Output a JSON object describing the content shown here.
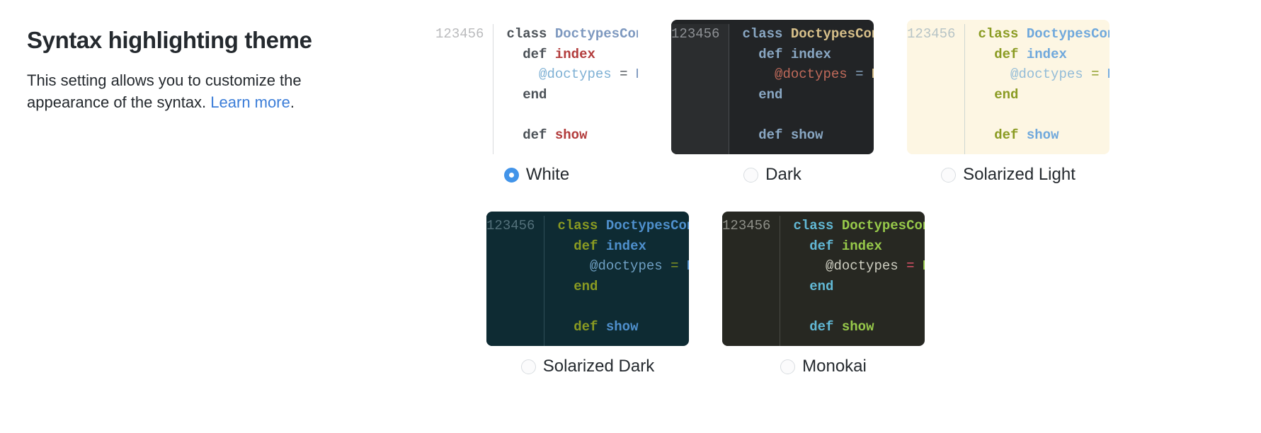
{
  "info": {
    "title": "Syntax highlighting theme",
    "description_before": "This setting allows you to customize the appearance of the syntax. ",
    "link_label": "Learn more",
    "description_after": "."
  },
  "code_sample": {
    "language": "ruby",
    "line_numbers": [
      "1",
      "2",
      "3",
      "4",
      "5",
      "6"
    ],
    "lines": [
      [
        {
          "t": "class ",
          "k": "keyword"
        },
        {
          "t": "DoctypesCont",
          "k": "class"
        }
      ],
      [
        {
          "t": "  def ",
          "k": "keyword"
        },
        {
          "t": "index",
          "k": "function"
        }
      ],
      [
        {
          "t": "    ",
          "k": "plain"
        },
        {
          "t": "@doctypes",
          "k": "ivar"
        },
        {
          "t": " = ",
          "k": "operator"
        },
        {
          "t": "Do",
          "k": "class"
        }
      ],
      [
        {
          "t": "  end",
          "k": "keyword"
        }
      ],
      [
        {
          "t": "",
          "k": "plain"
        }
      ],
      [
        {
          "t": "  def ",
          "k": "keyword"
        },
        {
          "t": "show",
          "k": "function"
        }
      ]
    ]
  },
  "themes": {
    "selected": "white",
    "rows": [
      [
        "white",
        "dark",
        "solarized_light"
      ],
      [
        "solarized_dark",
        "monokai"
      ]
    ],
    "items": {
      "white": {
        "id": "white",
        "label": "White",
        "selected": true,
        "colors": {
          "bg": "#ffffff",
          "gutter_bg": "#ffffff",
          "gutter_fg": "#babbbd",
          "border": "#d8dadd",
          "keyword": "#4b5157",
          "class": "#7d98bf",
          "function": "#b23b3b",
          "ivar": "#7eb0d4",
          "operator": "#4b5157",
          "plain": "#4b5157"
        }
      },
      "dark": {
        "id": "dark",
        "label": "Dark",
        "selected": false,
        "colors": {
          "bg": "#222426",
          "gutter_bg": "#2b2d2f",
          "gutter_fg": "#8d9094",
          "border": "#4a4d50",
          "keyword": "#8aa8c4",
          "class": "#d8c08a",
          "function": "#8aa8c4",
          "ivar": "#c06a5a",
          "operator": "#8aa8c4",
          "plain": "#c8c9cb"
        }
      },
      "solarized_light": {
        "id": "solarized_light",
        "label": "Solarized Light",
        "selected": false,
        "colors": {
          "bg": "#fdf6e3",
          "gutter_bg": "#fdf6e3",
          "gutter_fg": "#b7c4c6",
          "border": "#cfd7d2",
          "keyword": "#8a9b22",
          "class": "#6fa8dc",
          "function": "#6fa8dc",
          "ivar": "#93bcd8",
          "operator": "#8a9b22",
          "plain": "#657b83"
        }
      },
      "solarized_dark": {
        "id": "solarized_dark",
        "label": "Solarized Dark",
        "selected": false,
        "colors": {
          "bg": "#0e2b33",
          "gutter_bg": "#0e2b33",
          "gutter_fg": "#53707a",
          "border": "#2f4f58",
          "keyword": "#8a9b22",
          "class": "#4f90cd",
          "function": "#4f90cd",
          "ivar": "#6fa0c4",
          "operator": "#8a9b22",
          "plain": "#93a1a1"
        }
      },
      "monokai": {
        "id": "monokai",
        "label": "Monokai",
        "selected": false,
        "colors": {
          "bg": "#272822",
          "gutter_bg": "#272822",
          "gutter_fg": "#8e8f88",
          "border": "#4a4b44",
          "keyword": "#62b9d6",
          "class": "#97c94a",
          "function": "#97c94a",
          "ivar": "#cfcfc2",
          "operator": "#e8556d",
          "plain": "#cfcfc2"
        }
      }
    }
  }
}
